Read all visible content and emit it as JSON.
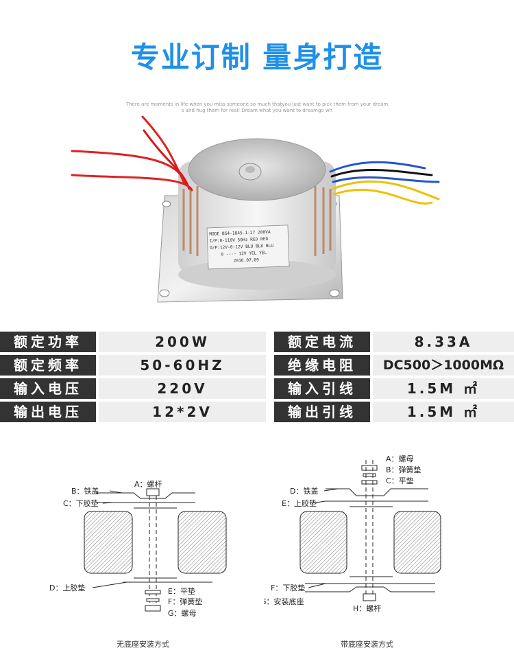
{
  "title": "专业订制 量身打造",
  "subtitle_lines": [
    "There are moments in life when you miss someone so much thatyou just want to pick them from your dream",
    "s and hug them for real! Dream what you want to dreamgo wh"
  ],
  "product_label": {
    "lines": [
      "MODE BG4-1845-1-27 200VA",
      "I/P:0-110V 50Hz RED RED",
      "O/P:12V-0-12V BLU BLK BLU",
      "0 ---- 12V YEL YEL",
      "2016.07.09"
    ]
  },
  "specs": [
    {
      "label1": "额定功率",
      "value1": "200W",
      "label2": "额定电流",
      "value2": "8.33A"
    },
    {
      "label1": "额定频率",
      "value1": "50-60HZ",
      "label2": "绝缘电阻",
      "value2": "DC500＞1000MΩ"
    },
    {
      "label1": "输入电压",
      "value1": "220V",
      "label2": "输入引线",
      "value2": "1.5M ㎡"
    },
    {
      "label1": "输出电压",
      "value1": "12*2V",
      "label2": "输出引线",
      "value2": "1.5M ㎡"
    }
  ],
  "diagram_left": {
    "labels": {
      "a": "A：螺杆",
      "b": "B：铁盖",
      "c": "C：下胶垫",
      "d": "D：上胶垫",
      "e": "E：平垫",
      "f": "F：弹簧垫",
      "g": "G：螺母"
    },
    "caption": "无底座安装方式"
  },
  "diagram_right": {
    "labels": {
      "a": "A：螺母",
      "b": "B：弹簧垫",
      "c": "C：平垫",
      "d": "D：铁盖",
      "e": "E：上胶垫",
      "f": "F：下胶垫",
      "g": "G：安装底座",
      "h": "H：螺杆"
    },
    "caption": "带底座安装方式"
  },
  "colors": {
    "title": "#1e90e8",
    "label_bg": "#333333",
    "value_bg": "#eeeeee",
    "wire_red": "#e02020",
    "wire_blue": "#2255cc",
    "wire_yellow": "#f0c000",
    "wire_black": "#111111"
  }
}
